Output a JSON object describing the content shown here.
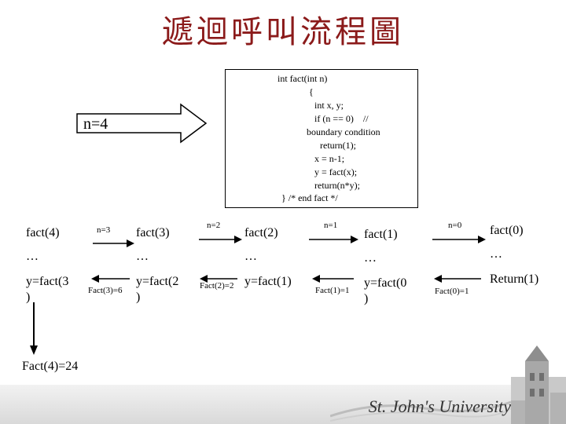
{
  "title": "遞迴呼叫流程圖",
  "big_arrow_label": "n=4",
  "code_lines": [
    "int fact(int n)",
    "{",
    "int x, y;",
    "if (n == 0)    //",
    "boundary condition",
    "return(1);",
    "x = n-1;",
    "y = fact(x);",
    "return(n*y);",
    "} /* end fact */"
  ],
  "frames": [
    {
      "head": "fact(4)",
      "dots": "…",
      "call": "y=fact(3",
      "paren": ")"
    },
    {
      "head": "fact(3)",
      "dots": "…",
      "call": "y=fact(2",
      "paren": ")"
    },
    {
      "head": "fact(2)",
      "dots": "…",
      "call": "y=fact(1)",
      "paren": ""
    },
    {
      "head": "fact(1)",
      "dots": "…",
      "call": "y=fact(0",
      "paren": ")"
    },
    {
      "head": "fact(0)",
      "dots": "…",
      "call": "Return(1)",
      "paren": ""
    }
  ],
  "down_labels": [
    "n=3",
    "n=2",
    "n=1",
    "n=0"
  ],
  "up_labels": [
    "Fact(3)=6",
    "Fact(2)=2",
    "Fact(1)=1",
    "Fact(0)=1"
  ],
  "final_result": "Fact(4)=24",
  "footer": {
    "university": "St. John's University"
  }
}
